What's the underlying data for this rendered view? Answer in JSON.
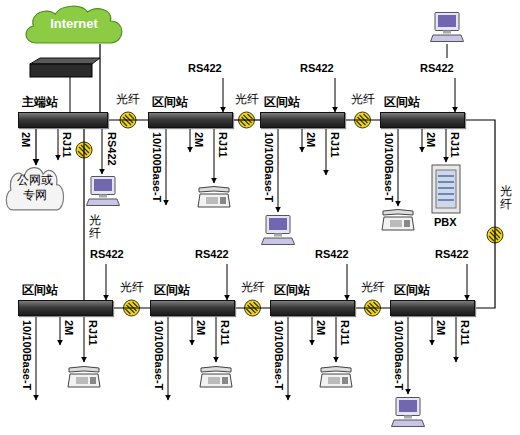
{
  "diagram": {
    "nodes": [
      {
        "text": [
          "Internet"
        ]
      },
      {
        "text": [
          "主端站"
        ]
      },
      {
        "text": [
          "区间站"
        ]
      },
      {
        "text": [
          "区间站"
        ]
      },
      {
        "text": [
          "区间站"
        ]
      },
      {
        "text": [
          "公网或专网"
        ]
      },
      {
        "text": [
          "区间站"
        ]
      },
      {
        "text": [
          "区间站"
        ]
      },
      {
        "text": [
          "区间站"
        ]
      },
      {
        "text": [
          "区间站"
        ]
      }
    ],
    "edges": [
      {
        "from": 0,
        "to": 1,
        "arrow": "none"
      },
      {
        "from": 1,
        "to": 2,
        "label": "光纤",
        "arrow": "none"
      },
      {
        "from": 2,
        "to": 3,
        "label": "光纤",
        "arrow": "none"
      },
      {
        "from": 3,
        "to": 4,
        "label": "光纤",
        "arrow": "none"
      },
      {
        "from": 4,
        "to": 9,
        "label": "光纤",
        "arrow": "none"
      },
      {
        "from": 1,
        "to": 5,
        "arrow": "to"
      },
      {
        "from": 1,
        "to": 6,
        "label": "光纤",
        "arrow": "none"
      },
      {
        "from": 6,
        "to": 7,
        "label": "光纤",
        "arrow": "none"
      },
      {
        "from": 7,
        "to": 8,
        "label": "光纤",
        "arrow": "none"
      },
      {
        "from": 8,
        "to": 9,
        "label": "光纤",
        "arrow": "none"
      }
    ],
    "labels": [
      "RS422",
      "RS422",
      "RS422",
      "2M",
      "RJ11",
      "RS422",
      "10/100Base-T",
      "2M",
      "RJ11",
      "10/100Base-T",
      "2M",
      "RJ11",
      "10/100Base-T",
      "2M",
      "RJ11",
      "PBX",
      "RS422",
      "RS422",
      "RS422",
      "RS422",
      "10/100Base-T",
      "2M",
      "RJ11",
      "10/100Base-T",
      "2M",
      "RJ11",
      "10/100Base-T",
      "2M",
      "RJ11",
      "10/100Base-T",
      "2M",
      "RJ11"
    ]
  }
}
